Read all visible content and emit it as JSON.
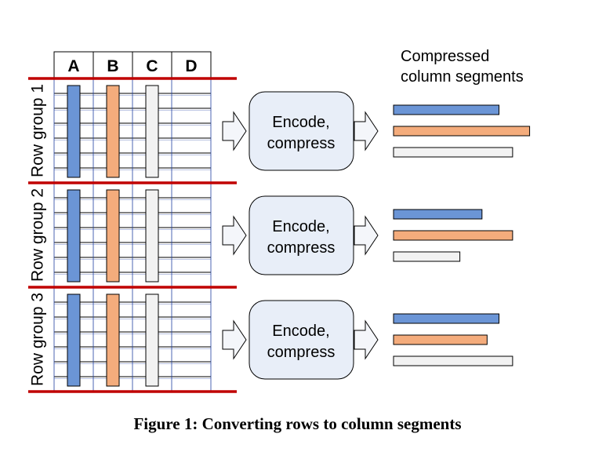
{
  "columns": [
    "A",
    "B",
    "C",
    "D"
  ],
  "row_groups": [
    {
      "label": "Row group 1",
      "segments": [
        0.62,
        0.8,
        0.7
      ]
    },
    {
      "label": "Row group 2",
      "segments": [
        0.52,
        0.7,
        0.39
      ]
    },
    {
      "label": "Row group 3",
      "segments": [
        0.62,
        0.55,
        0.7
      ]
    }
  ],
  "process_box": {
    "line1": "Encode,",
    "line2": "compress"
  },
  "output_title": {
    "line1": "Compressed",
    "line2": "column segments"
  },
  "caption": "Figure 1: Converting rows to column segments",
  "colors": {
    "col_a": "#6b95d6",
    "col_b": "#f4ac7c",
    "col_c": "#f2f2f2",
    "group_divider": "#c00000",
    "grid_line": "#1f3fa0",
    "box_fill": "#e8eef8",
    "arrow_fill": "#f4f6fa"
  }
}
